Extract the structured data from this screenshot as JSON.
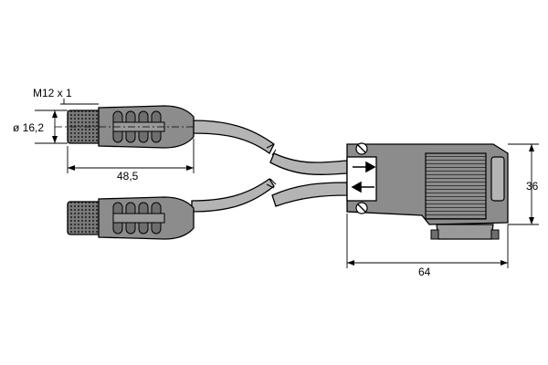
{
  "drawing": {
    "thread_label": "M12 x 1",
    "diameter_label": "ø 16,2",
    "length_label": "48,5",
    "width_label": "64",
    "height_label": "36"
  },
  "colors": {
    "body": "#8c8c8c",
    "body_dark": "#6e6e6e",
    "cable": "#b4b4b4",
    "line": "#000000",
    "background": "#ffffff"
  }
}
